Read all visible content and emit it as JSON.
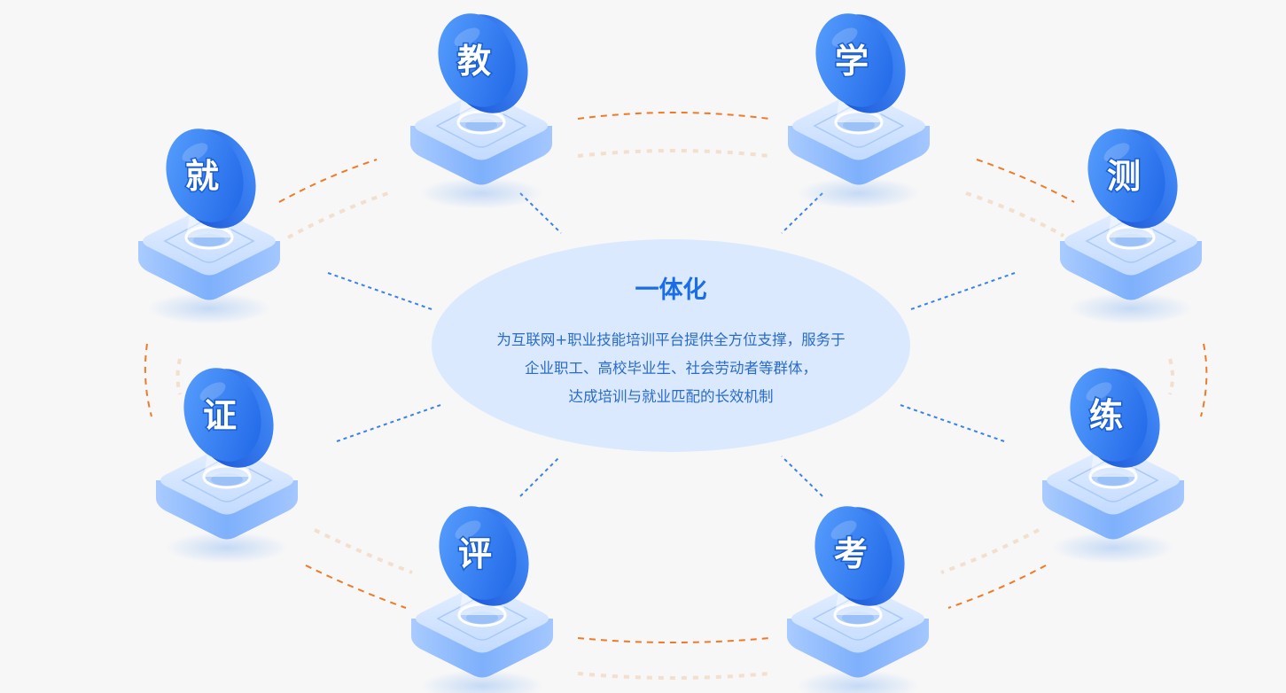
{
  "center": {
    "title": "一体化",
    "lines": [
      "为互联网+职业技能培训平台提供全方位支撑，服务于",
      "企业职工、高校毕业生、社会劳动者等群体，",
      "达成培训与就业匹配的长效机制"
    ]
  },
  "nodes": [
    {
      "id": "jiao",
      "label": "教"
    },
    {
      "id": "xue",
      "label": "学"
    },
    {
      "id": "ce",
      "label": "测"
    },
    {
      "id": "lian",
      "label": "练"
    },
    {
      "id": "kao",
      "label": "考"
    },
    {
      "id": "ping",
      "label": "评"
    },
    {
      "id": "zheng",
      "label": "证"
    },
    {
      "id": "jiu",
      "label": "就"
    }
  ],
  "colors": {
    "background": "#f7f7f7",
    "accent_blue": "#1a6de8",
    "ellipse_fill": "#dbe9ff",
    "orange_dash": "#ef7a28",
    "blue_dash": "#3b82e6"
  }
}
